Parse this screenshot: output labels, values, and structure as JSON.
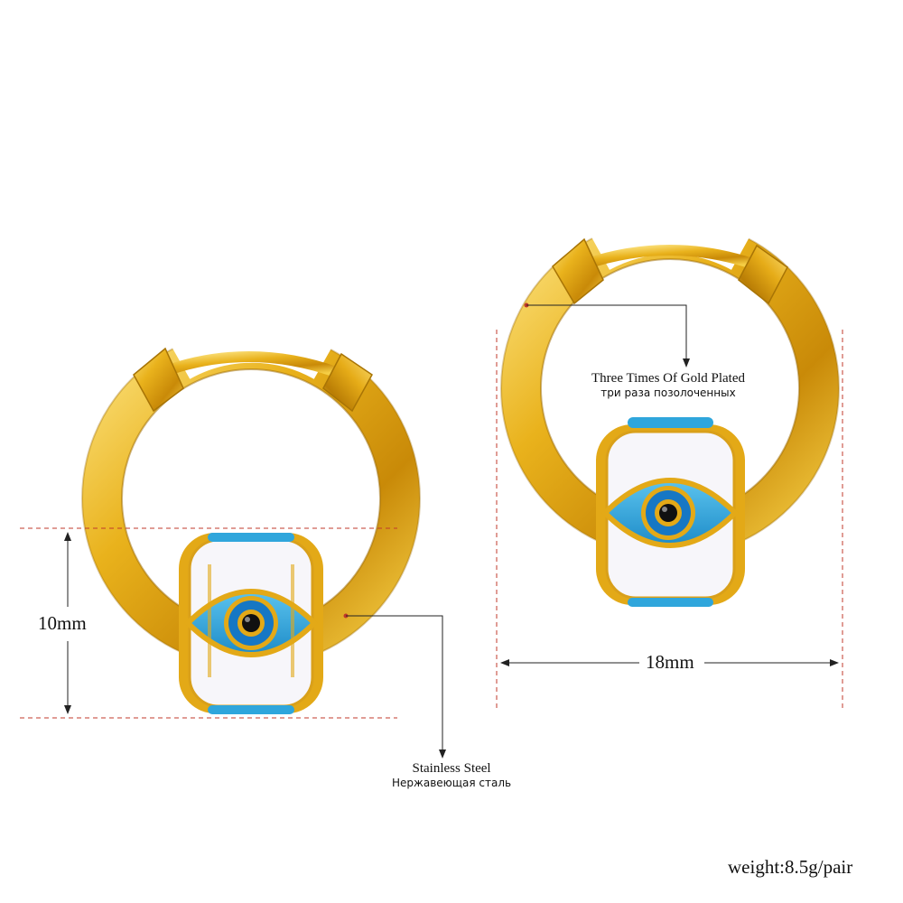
{
  "dimensions": {
    "height_label": "10mm",
    "width_label": "18mm"
  },
  "callouts": {
    "material": {
      "en": "Stainless Steel",
      "ru": "Нержавеющая сталь"
    },
    "plating": {
      "en": "Three Times Of Gold Plated",
      "ru": "три раза позолоченных"
    }
  },
  "weight": "weight:8.5g/pair",
  "colors": {
    "gold": "#E9B21C",
    "gold_dark": "#B07A06",
    "enamel_blue": "#2FA6DC",
    "enamel_white": "#F7F6FA",
    "guide_red": "#C0392B"
  }
}
